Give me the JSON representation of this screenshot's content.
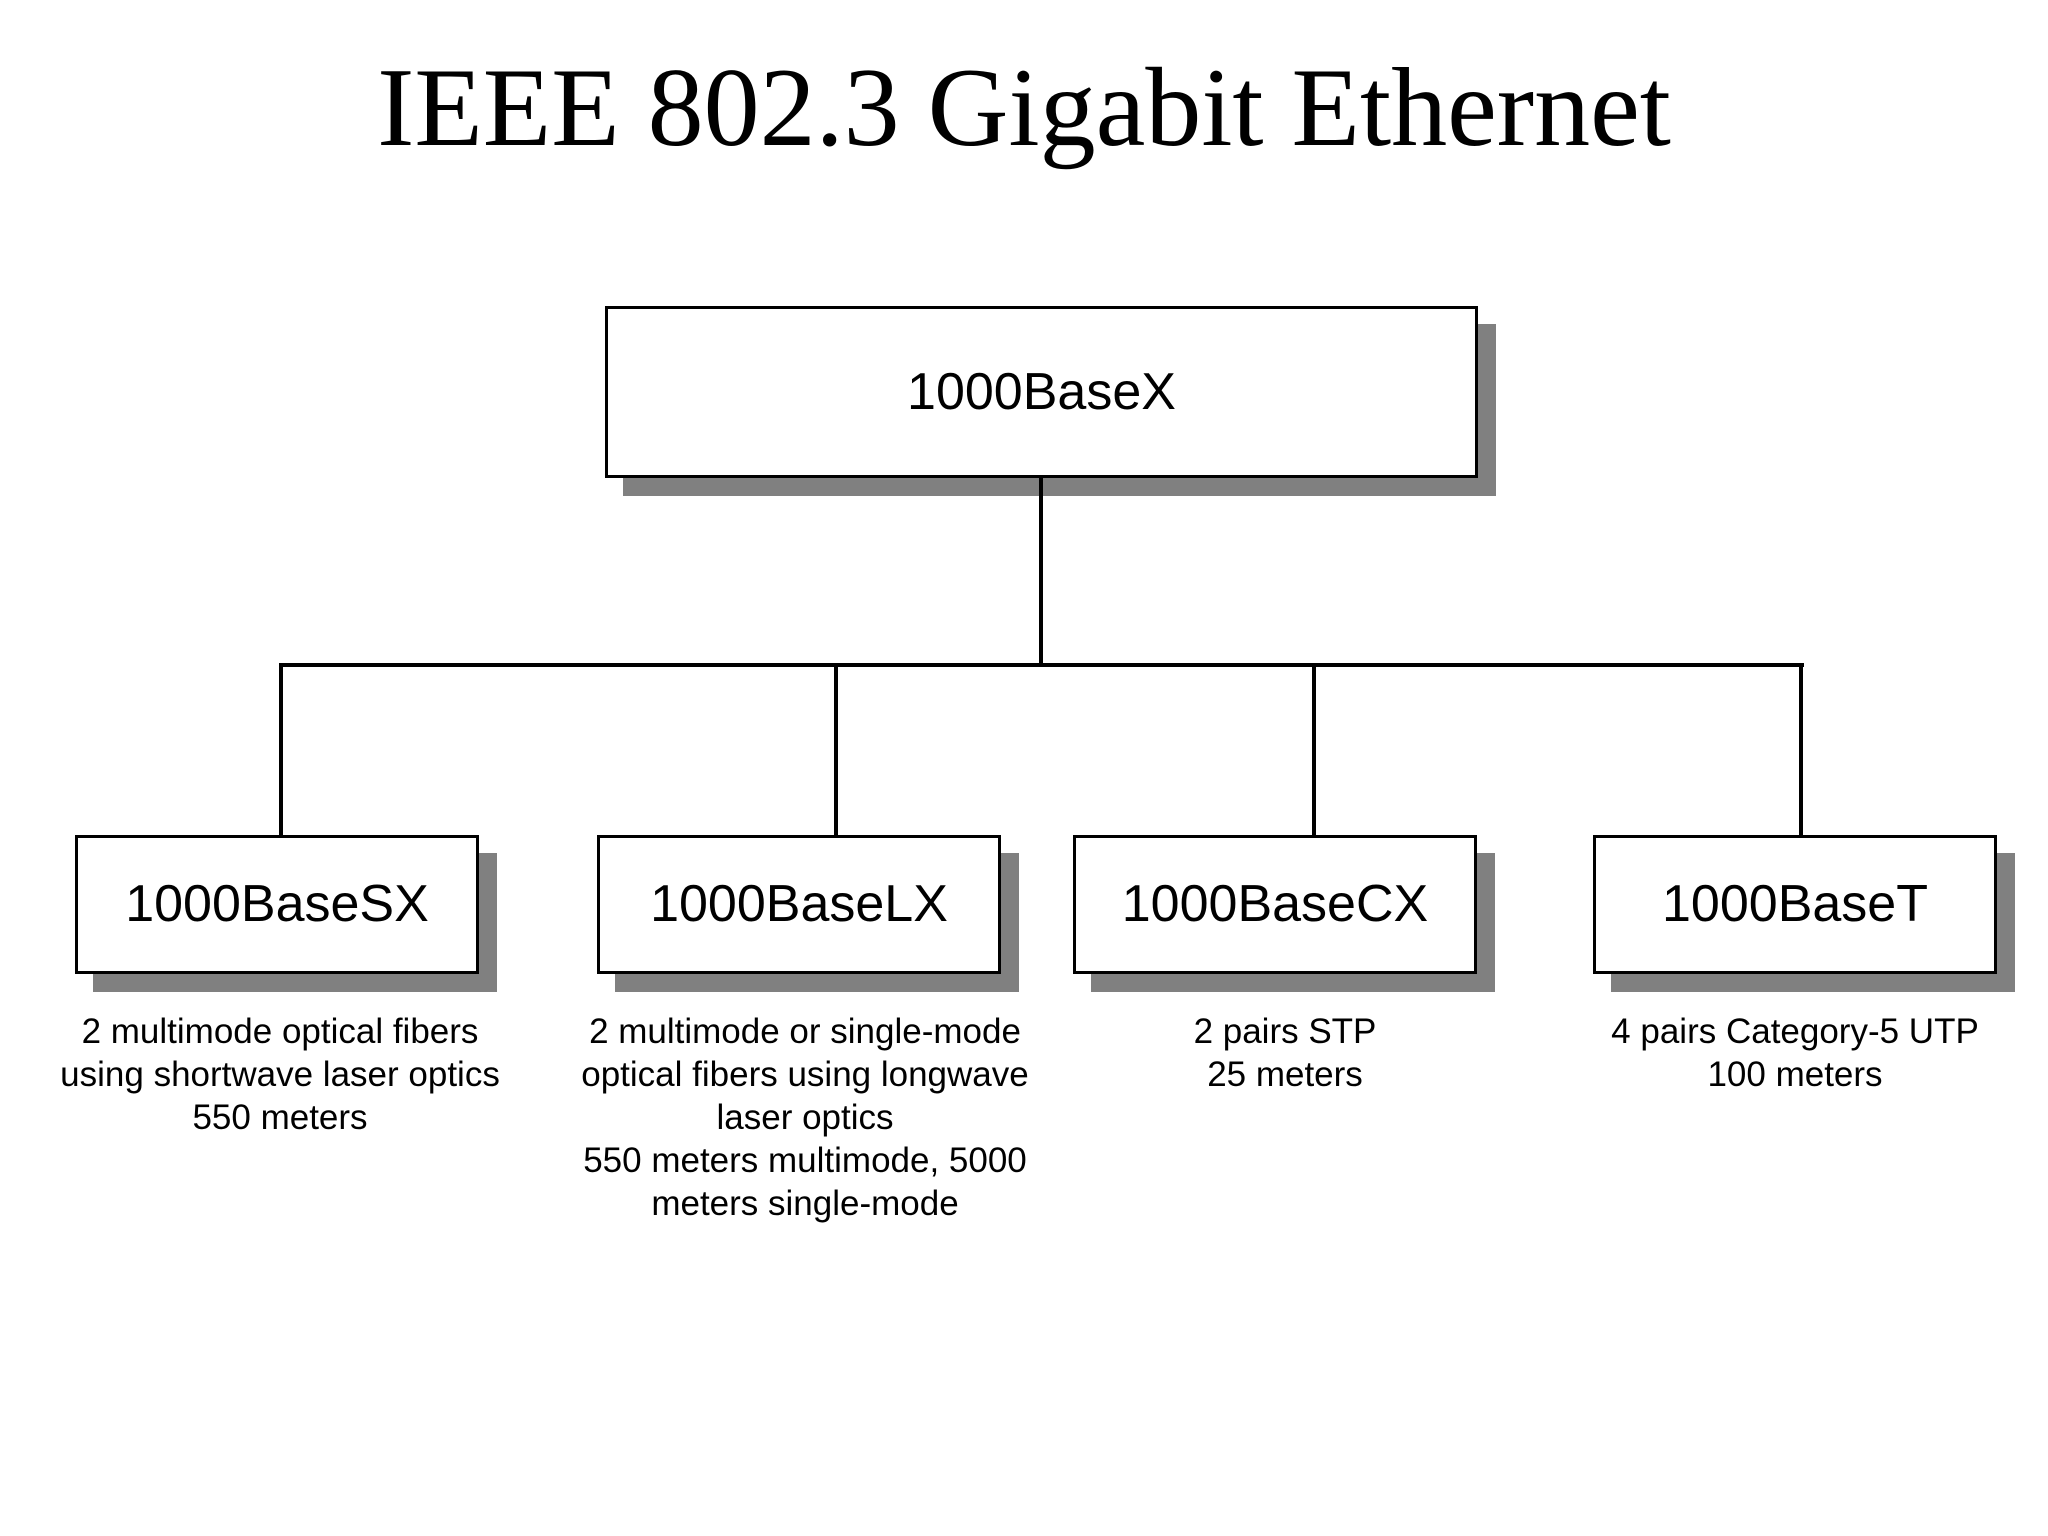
{
  "slide": {
    "title": "IEEE 802.3 Gigabit Ethernet",
    "background_color": "#ffffff",
    "text_color": "#000000",
    "shadow_color": "#808080",
    "border_color": "#000000"
  },
  "diagram": {
    "type": "tree",
    "root": {
      "label": "1000BaseX"
    },
    "children": [
      {
        "label": "1000BaseSX",
        "caption": "2 multimode optical fibers\nusing shortwave laser optics\n550 meters",
        "caption_lines": [
          "2 multimode optical fibers",
          "using shortwave laser optics",
          "550 meters"
        ]
      },
      {
        "label": "1000BaseLX",
        "caption": "2 multimode or single-mode\noptical fibers using longwave\nlaser optics\n550 meters multimode, 5000\nmeters single-mode",
        "caption_lines": [
          "2 multimode or single-mode",
          "optical fibers using longwave",
          "laser optics",
          "550 meters multimode, 5000",
          "meters single-mode"
        ]
      },
      {
        "label": "1000BaseCX",
        "caption": "2 pairs STP\n25 meters",
        "caption_lines": [
          "2 pairs STP",
          "25 meters"
        ]
      },
      {
        "label": "1000BaseT",
        "caption": "4 pairs Category-5 UTP\n100 meters",
        "caption_lines": [
          "4 pairs Category-5 UTP",
          "100 meters"
        ]
      }
    ]
  }
}
